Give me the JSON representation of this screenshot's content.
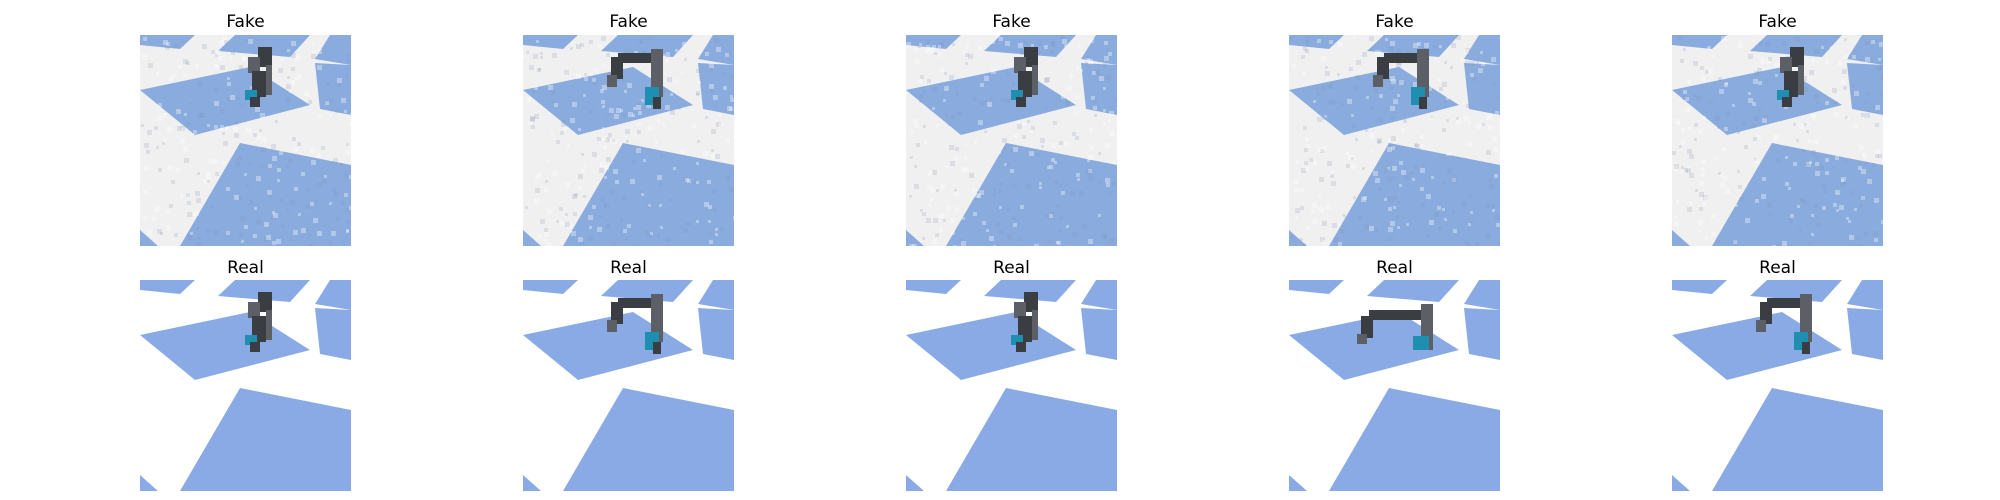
{
  "figure": {
    "rows": [
      {
        "label": "Fake",
        "panels": [
          {
            "title": "Fake",
            "arm": "upright",
            "noisy": true
          },
          {
            "title": "Fake",
            "arm": "bent-left",
            "noisy": true
          },
          {
            "title": "Fake",
            "arm": "upright",
            "noisy": true
          },
          {
            "title": "Fake",
            "arm": "bent-left",
            "noisy": true
          },
          {
            "title": "Fake",
            "arm": "upright",
            "noisy": true
          }
        ]
      },
      {
        "label": "Real",
        "panels": [
          {
            "title": "Real",
            "arm": "upright",
            "noisy": false
          },
          {
            "title": "Real",
            "arm": "bent-left",
            "noisy": false
          },
          {
            "title": "Real",
            "arm": "upright",
            "noisy": false
          },
          {
            "title": "Real",
            "arm": "reach-down",
            "noisy": false
          },
          {
            "title": "Real",
            "arm": "bent-left",
            "noisy": false
          }
        ]
      }
    ],
    "colors": {
      "floor_blue_fake": "#8aabde",
      "floor_white_fake": "#f0f0f0",
      "floor_blue_real": "#8aaae6",
      "floor_white_real": "#ffffff",
      "robot_dark": "#3a3d42",
      "robot_mid": "#5c6066",
      "gripper_cyan": "#1e8fb0"
    }
  }
}
